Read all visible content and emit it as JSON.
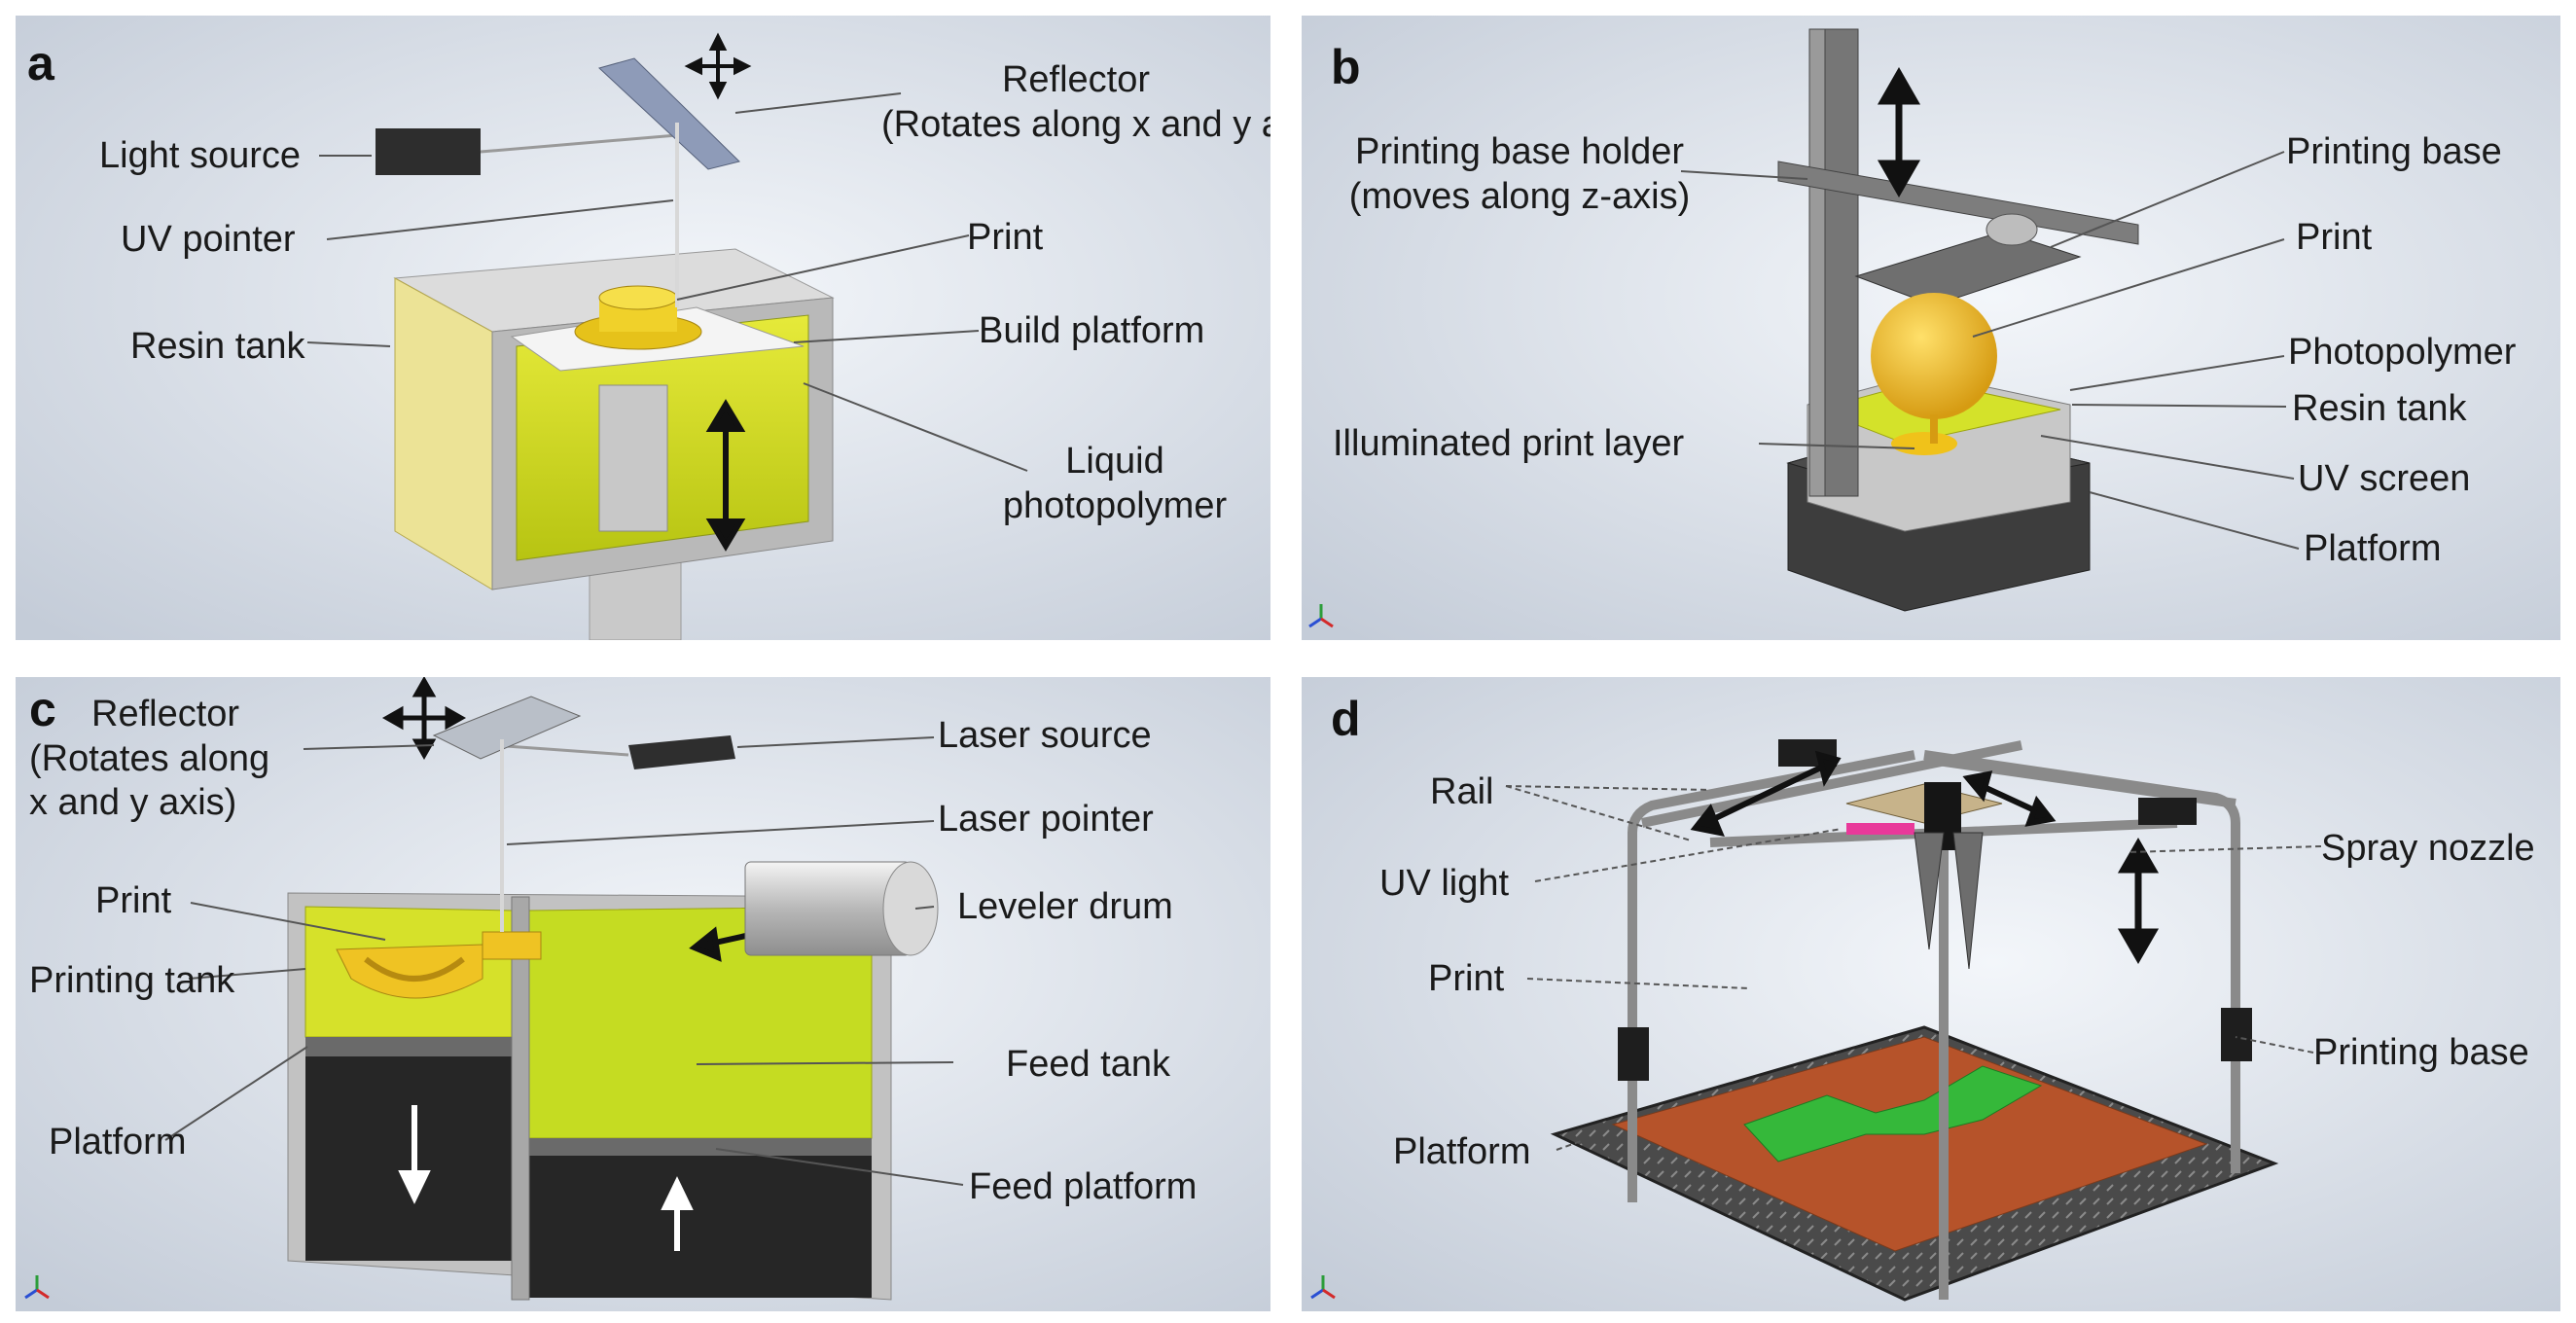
{
  "panels": {
    "a": {
      "letter": "a",
      "labels": {
        "reflector": "Reflector",
        "reflector_note": "(Rotates along x and y axis)",
        "light_source": "Light source",
        "uv_pointer": "UV pointer",
        "print": "Print",
        "resin_tank": "Resin tank",
        "build_platform": "Build platform",
        "liquid": "Liquid",
        "photopolymer": "photopolymer"
      }
    },
    "b": {
      "letter": "b",
      "labels": {
        "holder": "Printing base holder",
        "holder_note": "(moves along z-axis)",
        "printing_base": "Printing base",
        "print": "Print",
        "photopolymer": "Photopolymer",
        "resin_tank": "Resin tank",
        "illuminated": "Illuminated print layer",
        "uv_screen": "UV screen",
        "platform": "Platform"
      }
    },
    "c": {
      "letter": "c",
      "labels": {
        "reflector": "Reflector",
        "reflector_note1": "(Rotates along",
        "reflector_note2": "x and y axis)",
        "laser_source": "Laser source",
        "laser_pointer": "Laser pointer",
        "print": "Print",
        "leveler_drum": "Leveler drum",
        "printing_tank": "Printing tank",
        "feed_tank": "Feed tank",
        "platform": "Platform",
        "feed_platform": "Feed platform"
      }
    },
    "d": {
      "letter": "d",
      "labels": {
        "rail": "Rail",
        "spray_nozzle": "Spray nozzle",
        "uv_light": "UV light",
        "print": "Print",
        "printing_base": "Printing base",
        "platform": "Platform"
      }
    }
  },
  "colors": {
    "background_light": "#e9edf3",
    "background_dark": "#c9d1dc",
    "resin_yellow": "#d7e21c",
    "print_gold": "#f0c21a",
    "tank_gray": "#b9b9b9",
    "print_base_orange": "#b6532a",
    "print_green": "#35b83a",
    "uv_pink": "#e8399a"
  }
}
